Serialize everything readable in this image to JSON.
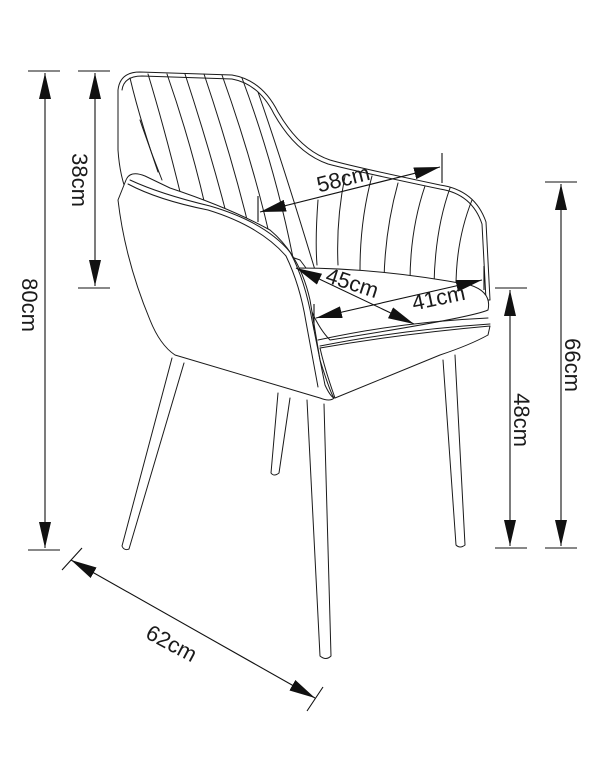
{
  "diagram": {
    "subject": "armchair dimensions",
    "line_color": "#1a1a1a",
    "background": "#ffffff",
    "dimensions": {
      "total_height": "80cm",
      "backrest_height": "38cm",
      "backrest_width": "58cm",
      "seat_depth": "45cm",
      "seat_width": "41cm",
      "armrest_height": "66cm",
      "seat_height": "48cm",
      "overall_width": "62cm"
    }
  }
}
